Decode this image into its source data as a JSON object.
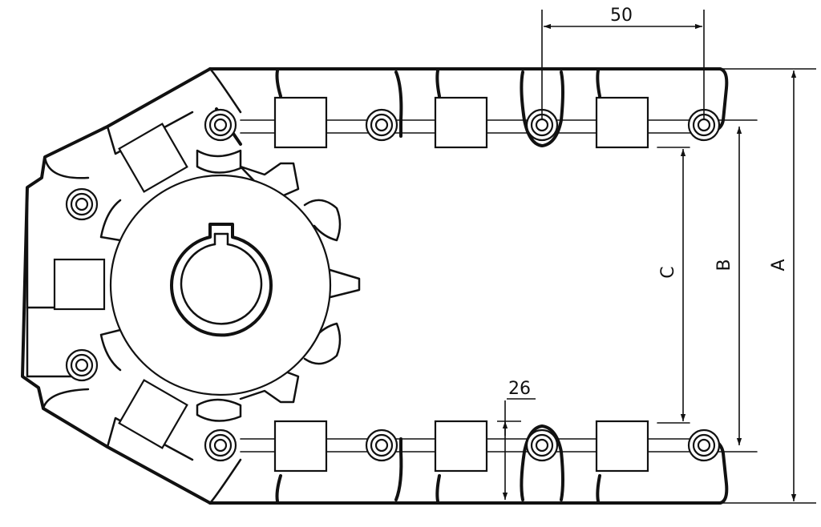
{
  "dimensions": {
    "pitch": "50",
    "link_height": "26",
    "A": "A",
    "B": "B",
    "C": "C"
  },
  "colors": {
    "line": "#111111",
    "background": "#ffffff"
  }
}
